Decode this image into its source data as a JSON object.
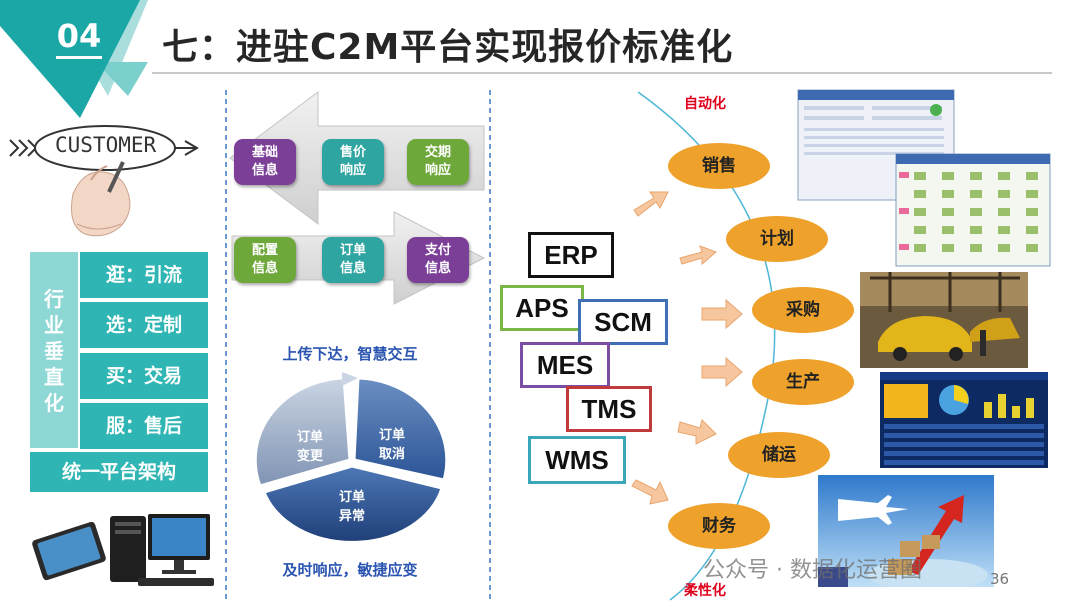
{
  "header": {
    "section_number": "04",
    "title": "七：进驻C2M平台实现报价标准化"
  },
  "left_panel": {
    "customer_label": "CUSTOMER",
    "vertical_label": "行\n业\n垂\n直\n化",
    "tiles": [
      {
        "label": "逛：引流"
      },
      {
        "label": "选：定制"
      },
      {
        "label": "买：交易"
      },
      {
        "label": "服：售后"
      }
    ],
    "platform_label": "统一平台架构"
  },
  "middle_panel": {
    "top_arrow_boxes": [
      {
        "label": "基础\n信息"
      },
      {
        "label": "售价\n响应"
      },
      {
        "label": "交期\n响应"
      }
    ],
    "bottom_arrow_boxes": [
      {
        "label": "配置\n信息"
      },
      {
        "label": "订单\n信息"
      },
      {
        "label": "支付\n信息"
      }
    ],
    "caption_top": "上传下达，智慧交互",
    "cycle_segments": [
      {
        "label": "订单\n变更"
      },
      {
        "label": "订单\n取消"
      },
      {
        "label": "订单\n异常"
      }
    ],
    "caption_bottom": "及时响应，敏捷应变"
  },
  "right_panel": {
    "top_label": "自动化",
    "bottom_label": "柔性化",
    "systems": [
      {
        "label": "ERP",
        "color": "#111111"
      },
      {
        "label": "APS",
        "color": "#7ab648"
      },
      {
        "label": "SCM",
        "color": "#3f6fb5"
      },
      {
        "label": "MES",
        "color": "#7a4fa3"
      },
      {
        "label": "TMS",
        "color": "#c0393b"
      },
      {
        "label": "WMS",
        "color": "#3aa6b9"
      }
    ],
    "stages": [
      {
        "label": "销售"
      },
      {
        "label": "计划"
      },
      {
        "label": "采购"
      },
      {
        "label": "生产"
      },
      {
        "label": "储运"
      },
      {
        "label": "财务"
      }
    ]
  },
  "footer": {
    "watermark": "公众号 · 数据化运营圈",
    "page_number": "36"
  },
  "colors": {
    "teal": "#2fb5b3",
    "light_teal": "#8dd7d5",
    "purple": "#7b3f97",
    "green": "#6fa83a",
    "blue_text": "#2b55b0",
    "orange": "#eea12b",
    "red": "#e0001b"
  }
}
